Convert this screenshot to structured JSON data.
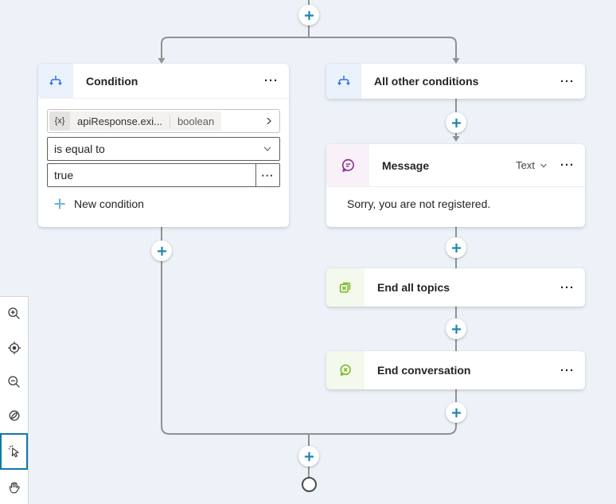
{
  "ui": {
    "more": "···"
  },
  "nodes": {
    "condition": {
      "title": "Condition",
      "variable": {
        "prefix": "{x}",
        "name": "apiResponse.exi...",
        "type": "boolean"
      },
      "operator": "is equal to",
      "value": "true",
      "new_condition": "New condition"
    },
    "all_other_conditions": {
      "title": "All other conditions"
    },
    "message": {
      "title": "Message",
      "format": "Text",
      "body": "Sorry, you are not registered."
    },
    "end_all_topics": {
      "title": "End all topics"
    },
    "end_conversation": {
      "title": "End conversation"
    }
  },
  "toolbar": {
    "items": [
      {
        "id": "zoom-in",
        "active": false
      },
      {
        "id": "center-view",
        "active": false
      },
      {
        "id": "zoom-out",
        "active": false
      },
      {
        "id": "reset-zoom",
        "active": false
      },
      {
        "id": "select-tool",
        "active": true
      },
      {
        "id": "pan-tool",
        "active": false
      }
    ]
  },
  "colors": {
    "canvas_bg": "#edf2f8",
    "connector": "#919191",
    "accent_plus": "#1f87ae",
    "new_condition_plus": "#6db2d8",
    "condition_icon": "#2f7ad4",
    "condition_icon_bg": "#e9f1fc",
    "message_icon": "#8b3291",
    "message_icon_bg": "#f9f1f8",
    "end_icon": "#7ab51d",
    "end_icon_bg": "#f3f9ec",
    "tool_active_border": "#1179a8"
  }
}
